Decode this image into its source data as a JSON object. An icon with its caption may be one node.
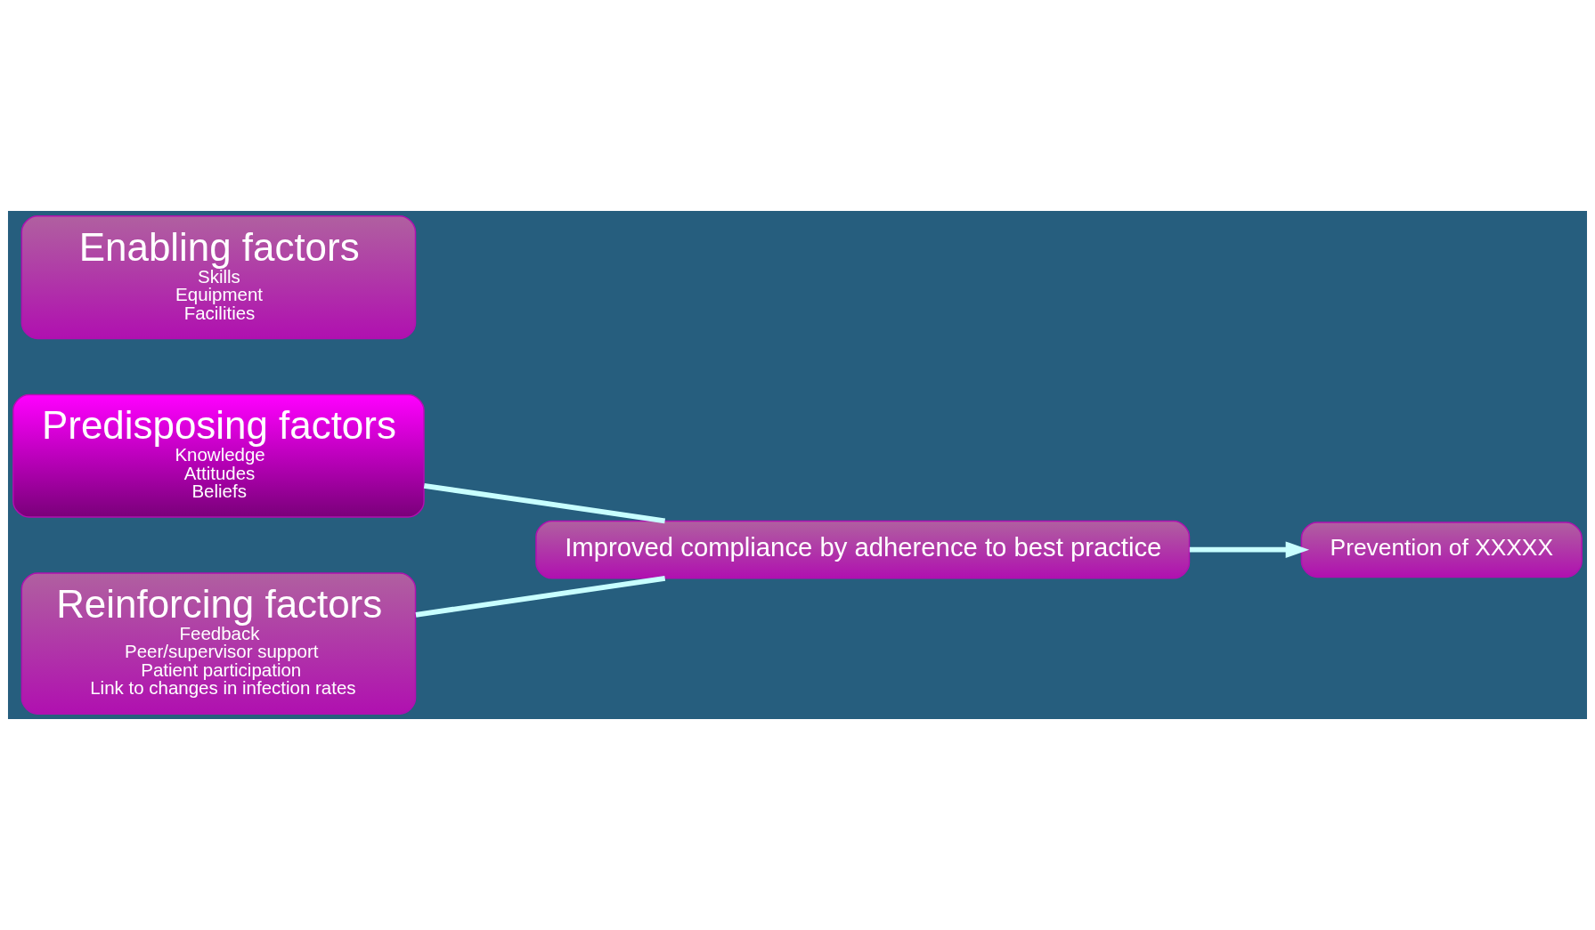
{
  "diagram": {
    "nodes": [
      {
        "text": [
          "Predisposing factors",
          "Knowledge",
          "Attitudes",
          "Beliefs"
        ]
      },
      {
        "text": [
          "Enabling factors",
          "Skills",
          "Equipment",
          "Facilities"
        ]
      },
      {
        "text": [
          "Reinforcing factors",
          "Feedback",
          "Peer/supervisor support",
          "Patient participation",
          "Link to changes in infection rates"
        ]
      },
      {
        "text": [
          "Improved compliance by adherence to best practice"
        ]
      },
      {
        "text": [
          "Prevention of XXXXX"
        ]
      }
    ],
    "edges": [
      {
        "from": 0,
        "to": 3,
        "arrow": "none"
      },
      {
        "from": 2,
        "to": 3,
        "arrow": "none"
      },
      {
        "from": 3,
        "to": 4,
        "arrow": "to"
      }
    ]
  }
}
